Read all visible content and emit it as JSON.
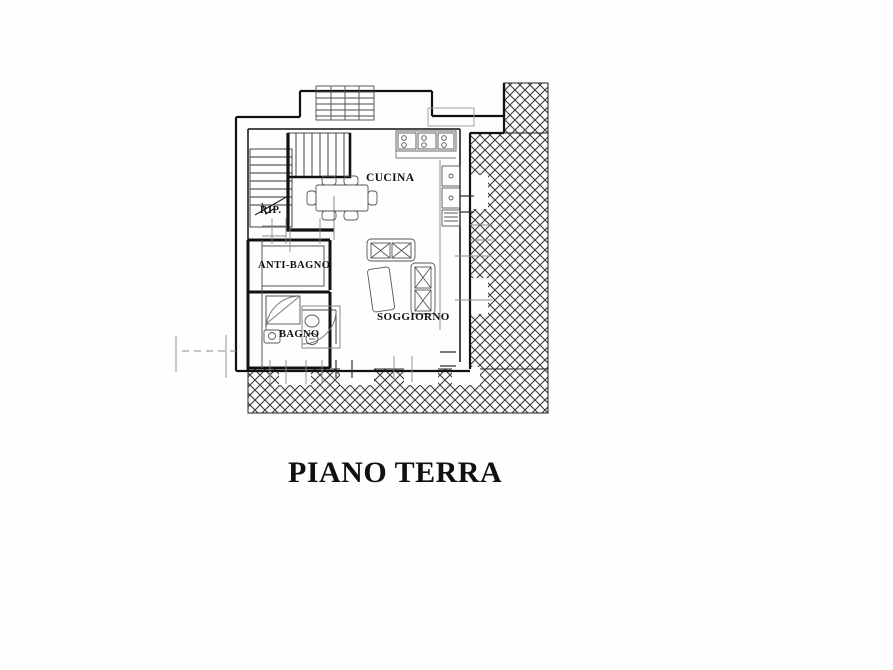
{
  "document": {
    "kind": "architectural-floor-plan",
    "title": "PIANO TERRA",
    "background_color": "#fefefe",
    "ink_color": "#111111",
    "hatch_color": "#2b2b2b"
  },
  "rooms": [
    {
      "id": "cucina",
      "label": "CUCINA",
      "name": "kitchen"
    },
    {
      "id": "rip",
      "label": "RIP.",
      "name": "storage"
    },
    {
      "id": "anti-bagno",
      "label": "ANTI-BAGNO",
      "name": "bathroom-antechamber"
    },
    {
      "id": "bagno",
      "label": "BAGNO",
      "name": "bathroom"
    },
    {
      "id": "soggiorno",
      "label": "SOGGIORNO",
      "name": "living-room"
    }
  ],
  "furniture": [
    {
      "id": "dining-table",
      "label": "dining table with six chairs",
      "room": "cucina"
    },
    {
      "id": "kitchen-hob",
      "label": "cooktop with four burners",
      "room": "cucina"
    },
    {
      "id": "kitchen-units",
      "label": "kitchen base units",
      "room": "cucina"
    },
    {
      "id": "sofa-top",
      "label": "three seat sofa",
      "room": "soggiorno"
    },
    {
      "id": "sofa-right",
      "label": "three seat sofa",
      "room": "soggiorno"
    },
    {
      "id": "coffee-table",
      "label": "coffee table",
      "room": "soggiorno"
    },
    {
      "id": "shower",
      "label": "shower tray",
      "room": "bagno"
    },
    {
      "id": "washbasin",
      "label": "washbasin",
      "room": "bagno"
    },
    {
      "id": "wc",
      "label": "toilet",
      "room": "bagno"
    },
    {
      "id": "bidet",
      "label": "bidet",
      "room": "bagno"
    },
    {
      "id": "staircase",
      "label": "staircase going up",
      "room": "rip"
    }
  ],
  "annotations": {
    "stair_direction": "up",
    "section_line": "dashed section line at left",
    "wall_fill": "herringbone masonry hatch",
    "openings": [
      "window-bottom-1",
      "window-bottom-2",
      "window-bottom-3",
      "window-right-1",
      "door-entry"
    ]
  }
}
